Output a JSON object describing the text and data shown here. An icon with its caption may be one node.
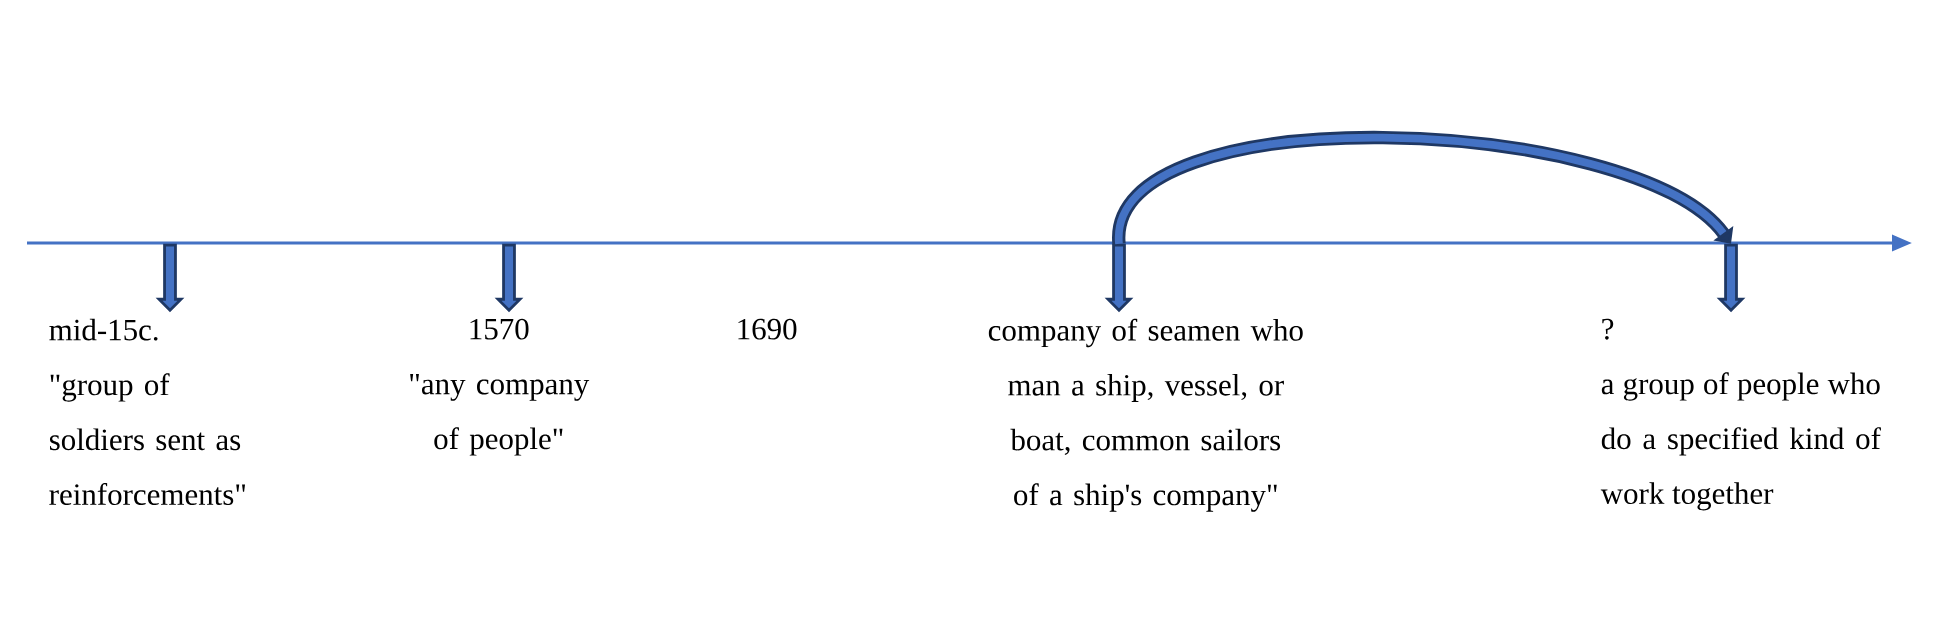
{
  "diagram": {
    "nodes": [
      {
        "text": [],
        "shape": "arrow"
      },
      {
        "text": [],
        "shape": "arrow"
      },
      {
        "text": [],
        "shape": "arrow"
      },
      {
        "text": [],
        "shape": "arrow"
      },
      {
        "text": [
          "mid-15c.",
          "\"group of soldiers sent as reinforcements\""
        ]
      },
      {
        "text": [
          "1570",
          "\"any company of people\""
        ]
      },
      {
        "text": [
          "1690"
        ]
      },
      {
        "text": [
          "company of seamen who man a ship, vessel, or boat, common sailors of a ship's company\""
        ]
      },
      {
        "text": [
          "?",
          "a group of people who do a specified kind of work together"
        ]
      }
    ],
    "edges": [
      {
        "from": 2,
        "to": 3,
        "arrow": "to"
      }
    ]
  }
}
